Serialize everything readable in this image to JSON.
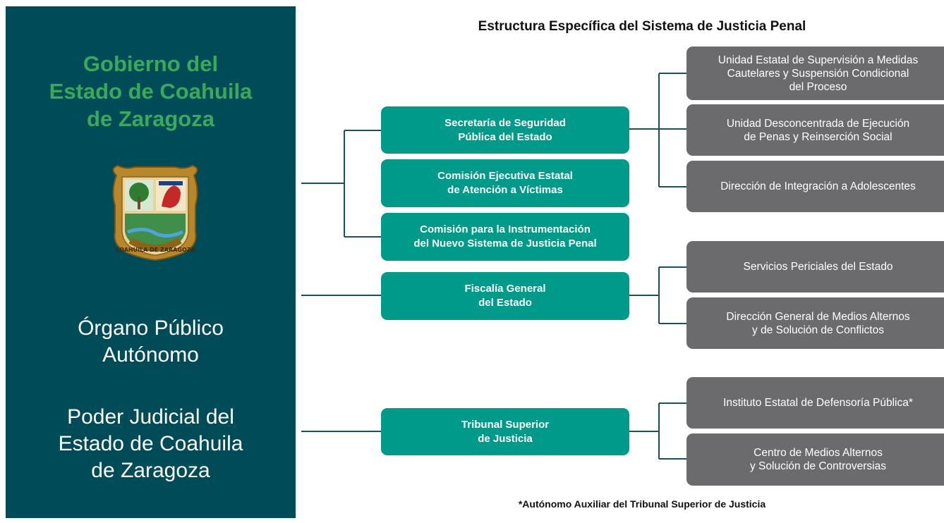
{
  "left_panel": {
    "government_title": "Gobierno del\nEstado de Coahuila\nde Zaragoza",
    "organ_title": "Órgano Público\nAutónomo",
    "judicial_title": "Poder Judicial del\nEstado de Coahuila\nde Zaragoza",
    "crest_text": "COAHUILA DE ZARAGOZA"
  },
  "diagram": {
    "title": "Estructura Específica del Sistema de Justicia Penal",
    "footnote": "*Autónomo Auxiliar del Tribunal Superior de Justicia",
    "primary_nodes": [
      {
        "label": "Secretaría de Seguridad\nPública del Estado"
      },
      {
        "label": "Comisión Ejecutiva Estatal\nde Atención a Víctimas"
      },
      {
        "label": "Comisión para la Instrumentación\ndel Nuevo Sistema de Justicia Penal"
      },
      {
        "label": "Fiscalía General\ndel Estado"
      },
      {
        "label": "Tribunal Superior\nde Justicia"
      }
    ],
    "secondary_nodes": [
      {
        "label": "Unidad Estatal de Supervisión a Medidas\nCautelares y Suspensión Condicional\ndel Proceso"
      },
      {
        "label": "Unidad Desconcentrada de Ejecución\nde Penas y Reinserción Social"
      },
      {
        "label": "Dirección de Integración a Adolescentes"
      },
      {
        "label": "Servicios Periciales del Estado"
      },
      {
        "label": "Dirección General de Medios Alternos\ny de Solución de Conflictos"
      },
      {
        "label": "Instituto Estatal de Defensoría Pública*"
      },
      {
        "label": "Centro de Medios Alternos\ny Solución de Controversias"
      }
    ]
  },
  "colors": {
    "panel": "#004b58",
    "title_green": "#3aaa5a",
    "node_green": "#009a8a",
    "node_gray": "#6b6b6e",
    "connector": "#1c4f58"
  }
}
